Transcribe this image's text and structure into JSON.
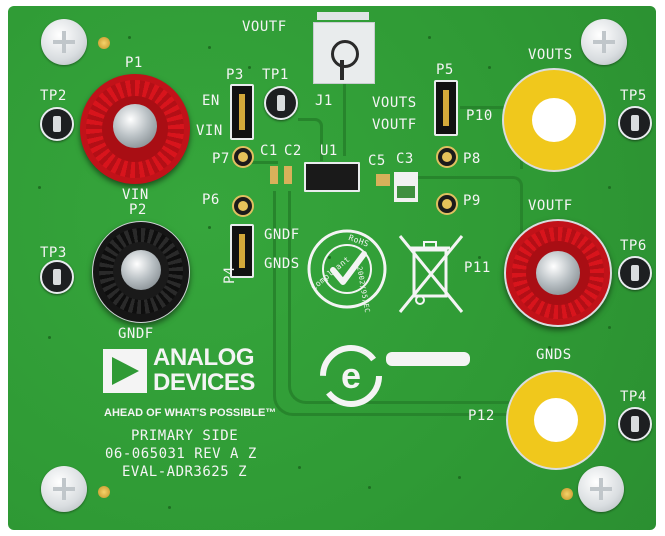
{
  "labels": {
    "voutf_top": "VOUTF",
    "j1": "J1",
    "p1": "P1",
    "tp2": "TP2",
    "vin": "VIN",
    "p2": "P2",
    "tp3": "TP3",
    "gndf_bottom": "GNDF",
    "p3": "P3",
    "tp1": "TP1",
    "en": "EN",
    "vin_jumper": "VIN",
    "p7": "P7",
    "c1": "C1",
    "c2": "C2",
    "u1": "U1",
    "c5": "C5",
    "c3": "C3",
    "p6": "P6",
    "p4": "P4",
    "gndf_jumper": "GNDF",
    "gnds_jumper": "GNDS",
    "p5": "P5",
    "vouts_jumper": "VOUTS",
    "voutf_jumper": "VOUTF",
    "p10": "P10",
    "p8": "P8",
    "p9": "P9",
    "vouts_post": "VOUTS",
    "tp5": "TP5",
    "voutf_post": "VOUTF",
    "tp6": "TP6",
    "p11": "P11",
    "gnds_post": "GNDS",
    "tp4": "TP4",
    "p12": "P12"
  },
  "brand": {
    "name_line1": "ANALOG",
    "name_line2": "DEVICES",
    "tagline": "AHEAD OF WHAT'S POSSIBLE™"
  },
  "board_text": {
    "line1": "PRIMARY SIDE",
    "line2": "06-065031 REV A Z",
    "line3": "EVAL-ADR3625 Z"
  },
  "rohs": {
    "top": "Compliant",
    "word": "RoHS",
    "year": "2002/95/EC"
  },
  "colors": {
    "pcb": "#2f9a35",
    "silkscreen": "#f4f4f4",
    "red_post": "#d4121a",
    "black_post": "#151515",
    "yellow_pad": "#f0c81c"
  }
}
